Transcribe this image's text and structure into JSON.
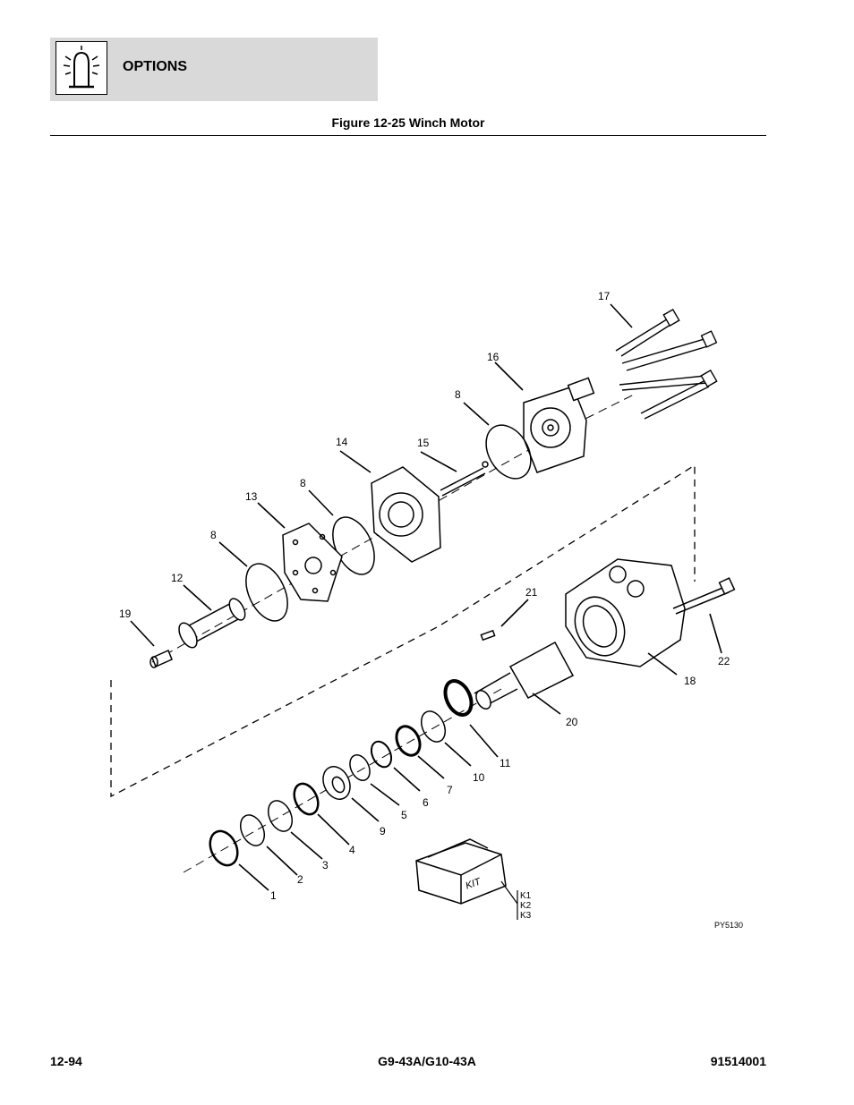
{
  "header": {
    "section_title": "OPTIONS",
    "icon": "beacon-light-icon"
  },
  "figure": {
    "caption": "Figure 12-25 Winch Motor",
    "drawing_code": "PY5130",
    "kit_label": "KIT",
    "kit_items": [
      "K1",
      "K2",
      "K3"
    ],
    "callouts": {
      "c1": "1",
      "c2": "2",
      "c3": "3",
      "c4": "4",
      "c5": "5",
      "c6": "6",
      "c7": "7",
      "c8a": "8",
      "c8b": "8",
      "c8c": "8",
      "c9": "9",
      "c10": "10",
      "c11": "11",
      "c12": "12",
      "c13": "13",
      "c14": "14",
      "c15": "15",
      "c16": "16",
      "c17": "17",
      "c18": "18",
      "c19": "19",
      "c20": "20",
      "c21": "21",
      "c22": "22"
    }
  },
  "footer": {
    "page_number": "12-94",
    "model": "G9-43A/G10-43A",
    "doc_number": "91514001"
  }
}
